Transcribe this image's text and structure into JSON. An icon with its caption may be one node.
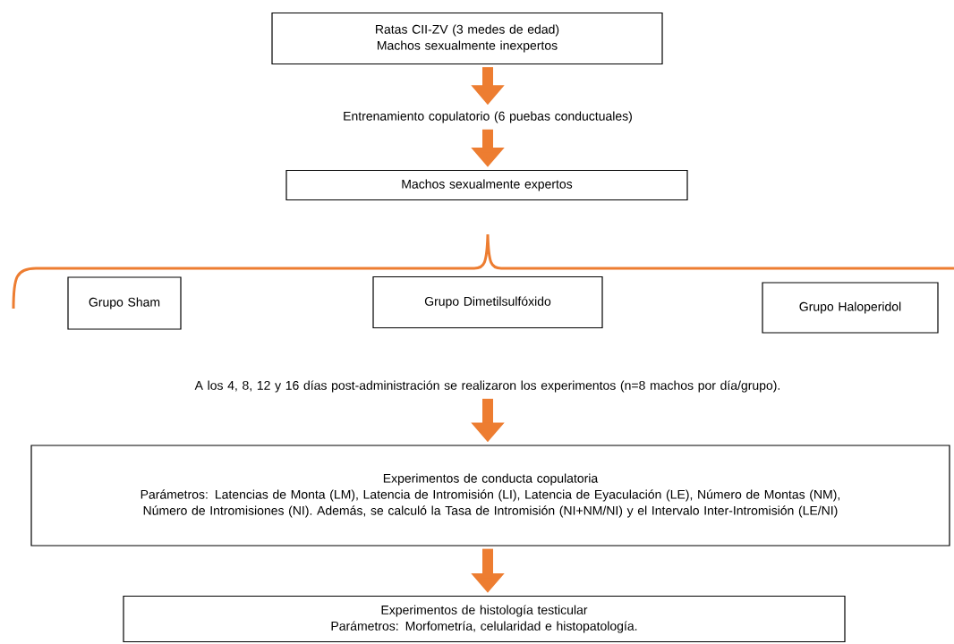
{
  "diagram": {
    "nodes": [
      {
        "text": [
          "Ratas CII-ZV (3 medes de edad)",
          "Machos sexualmente inexpertos"
        ]
      },
      {
        "text": [
          "Entrenamiento copulatorio (6 puebas conductuales)"
        ]
      },
      {
        "text": [
          "Machos sexualmente expertos"
        ]
      },
      {
        "text": [
          "Grupo Sham"
        ]
      },
      {
        "text": [
          "Grupo Dimetilsulfóxido"
        ]
      },
      {
        "text": [
          "Grupo Haloperidol"
        ]
      },
      {
        "text": [
          "A los 4, 8, 12 y 16 días post-administración se realizaron los experimentos (n=8 machos por día/grupo)."
        ]
      },
      {
        "text": [
          "Experimentos de conducta copulatoria",
          "Parámetros: Latencias de Monta (LM), Latencia de Intromisión (LI), Latencia de Eyaculación (LE), Número de Montas (NM), Número de Intromisiones (NI). Además, se calculó la Tasa de Intromisión (NI+NM/NI) y el Intervalo Inter-Intromisión (LE/NI)"
        ]
      },
      {
        "text": [
          "Experimentos de histología testicular",
          "Parámetros: Morfometría, celularidad e histopatología."
        ]
      }
    ],
    "edges": [
      {
        "from": 0,
        "to": 1,
        "arrow": "to"
      },
      {
        "from": 1,
        "to": 2,
        "arrow": "to"
      },
      {
        "from": 6,
        "to": 7,
        "arrow": "to"
      },
      {
        "from": 7,
        "to": 8,
        "arrow": "to"
      }
    ]
  }
}
